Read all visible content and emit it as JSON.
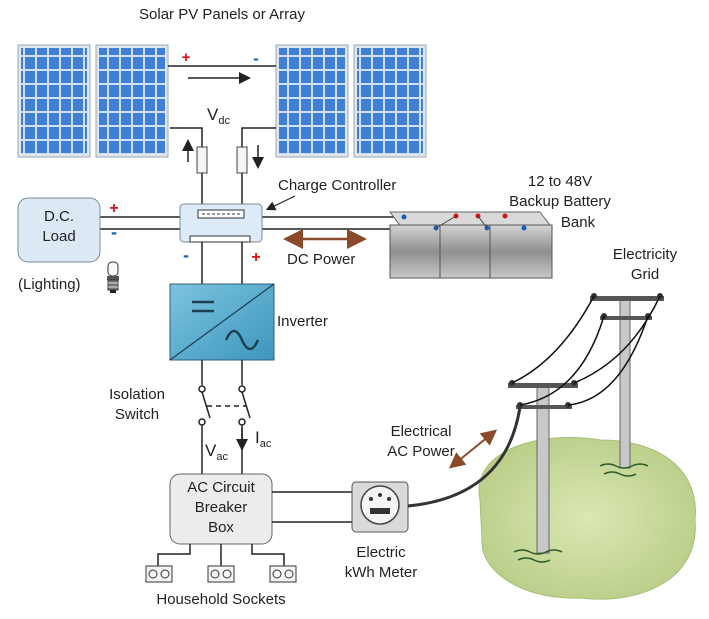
{
  "labels": {
    "solar_array": "Solar PV Panels or Array",
    "vdc_main": "V",
    "vdc_sub": "dc",
    "charge_controller": "Charge Controller",
    "battery_line1": "12 to 48V",
    "battery_line2": "Backup Battery",
    "battery_line3": "Bank",
    "dc_load_line1": "D.C.",
    "dc_load_line2": "Load",
    "lighting": "(Lighting)",
    "dc_power": "DC Power",
    "inverter": "Inverter",
    "isolation_line1": "Isolation",
    "isolation_line2": "Switch",
    "iac_main": "I",
    "iac_sub": "ac",
    "vac_main": "V",
    "vac_sub": "ac",
    "breaker_line1": "AC Circuit",
    "breaker_line2": "Breaker",
    "breaker_line3": "Box",
    "household_sockets": "Household Sockets",
    "meter_line1": "Electric",
    "meter_line2": "kWh Meter",
    "ac_power_line1": "Electrical",
    "ac_power_line2": "AC Power",
    "grid_line1": "Electricity",
    "grid_line2": "Grid"
  },
  "polarity": {
    "plus": "+",
    "minus": "-"
  },
  "colors": {
    "panel_cell": "#3f7fd6",
    "panel_frame": "#cfd8e3",
    "inverter_fill": "#5aaed0",
    "controller_fill": "#dcebf7",
    "breaker_fill": "#ececec",
    "battery_fill": "#b8b8b8",
    "arrow_brown": "#8a4a2a",
    "ground_green": "#c9d9a0",
    "positive": "#dd1111",
    "negative": "#1a5fb4"
  }
}
